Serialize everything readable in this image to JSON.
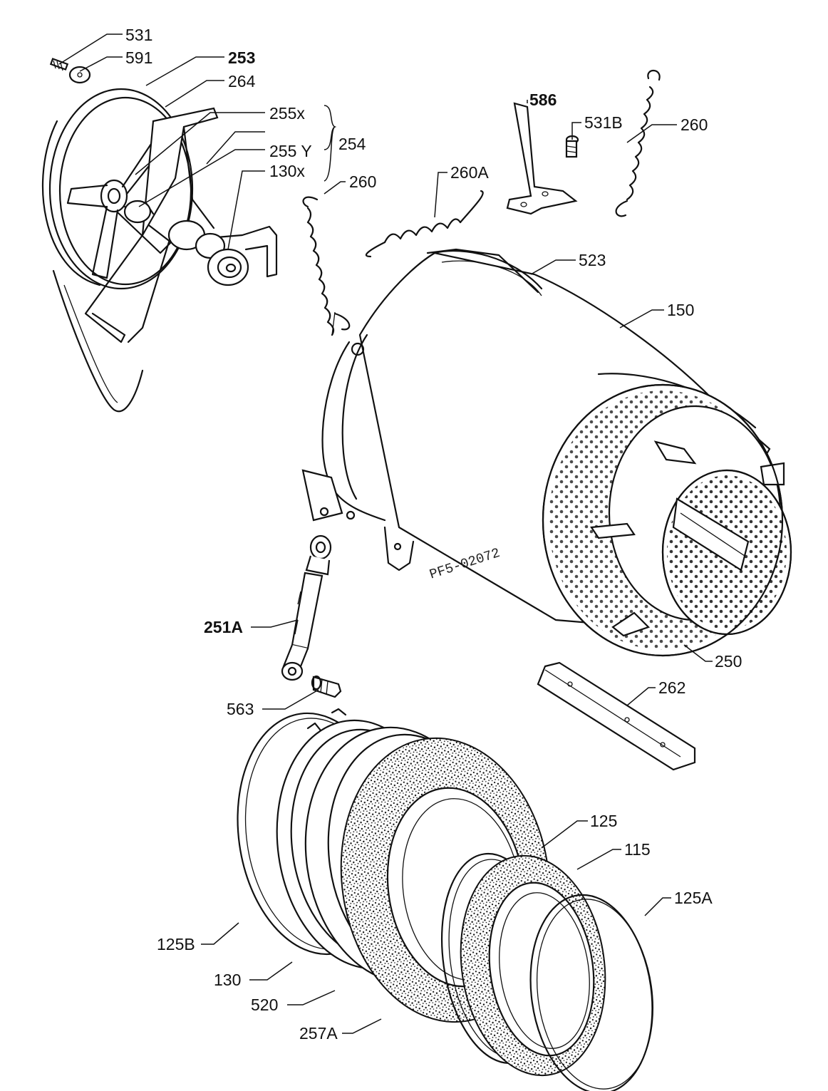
{
  "labels": {
    "l531": "531",
    "l591": "591",
    "l253": "253",
    "l264": "264",
    "l255x": "255x",
    "l254": "254",
    "l255y": "255 Y",
    "l130x": "130x",
    "l260a": "260",
    "l260A": "260A",
    "l586": "586",
    "l531b": "531B",
    "l260b": "260",
    "l523": "523",
    "l150": "150",
    "l250": "250",
    "l251A": "251A",
    "l563": "563",
    "l262": "262",
    "l125": "125",
    "l115": "115",
    "l125A": "125A",
    "l125B": "125B",
    "l130": "130",
    "l520": "520",
    "l257A": "257A"
  },
  "stamp": "PF5-02072"
}
